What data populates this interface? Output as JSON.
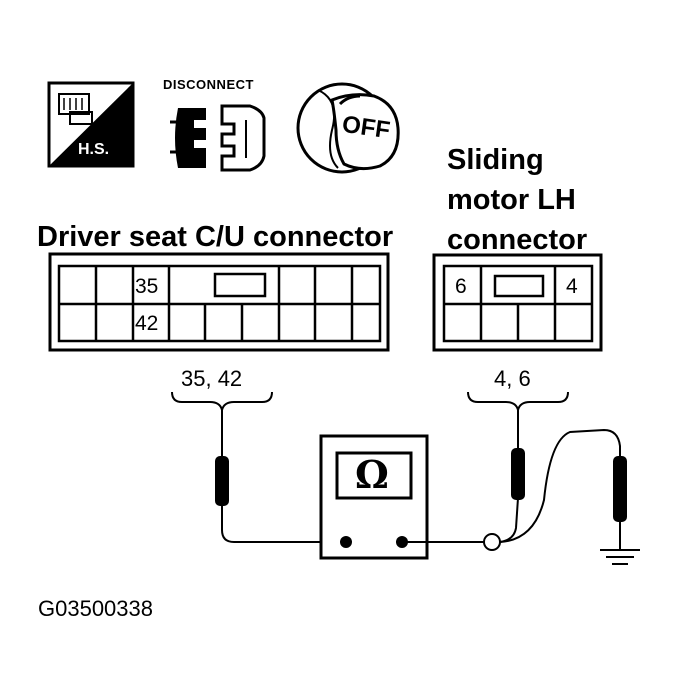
{
  "icons": {
    "harness_sw_label": "H.S.",
    "disconnect_label": "DISCONNECT",
    "ignition_label": "OFF"
  },
  "left_connector": {
    "title": "Driver seat C/U connector",
    "pin_top": "35",
    "pin_bottom": "42",
    "probe_pins": "35, 42"
  },
  "right_connector": {
    "title_line1": "Sliding",
    "title_line2": "motor LH",
    "title_line3": "connector",
    "pin_left": "6",
    "pin_right": "4",
    "probe_pins": "4, 6"
  },
  "meter": {
    "symbol": "Ω"
  },
  "figure_id": "G03500338"
}
